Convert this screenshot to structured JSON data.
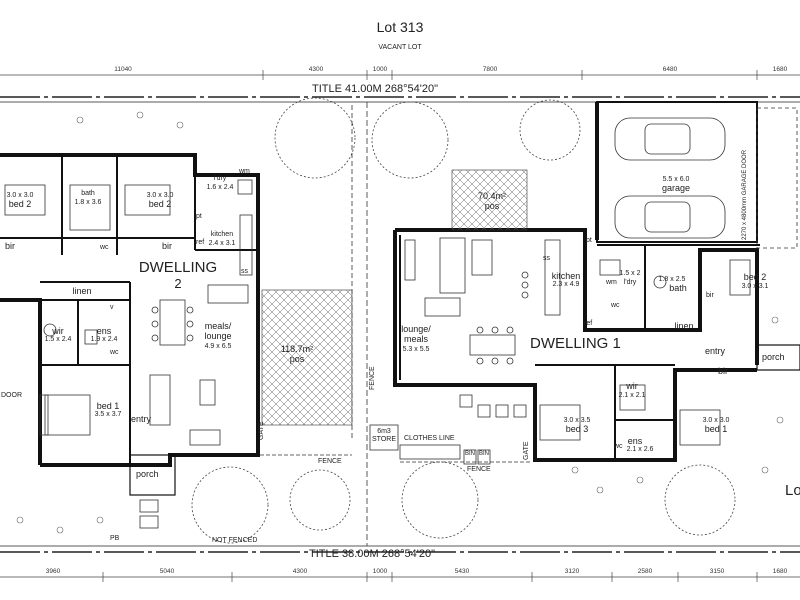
{
  "header": {
    "title": "Lot 313",
    "subtitle": "VACANT LOT"
  },
  "dims_top": [
    "11040",
    "4300",
    "1000",
    "7800",
    "6480",
    "1680"
  ],
  "dims_bottom": [
    "3960",
    "5040",
    "4300",
    "1000",
    "5430",
    "3120",
    "2580",
    "3150",
    "1680"
  ],
  "title_top": "TITLE  41.00M  268°54'20\"",
  "title_bottom": "TITLE  38.00M  268°54'20\"",
  "dwelling2": {
    "name": "DWELLING",
    "number": "2",
    "bed2": {
      "name": "bed 2",
      "size": "3.0 x 3.0"
    },
    "bed2b": {
      "name": "bed 2",
      "size": "3.0 x 3.0"
    },
    "bath": {
      "name": "bath",
      "size": "1.8 x 3.6"
    },
    "ldry": {
      "name": "l'dry",
      "size": "1.6 x 2.4"
    },
    "wm": "wm",
    "kitchen": {
      "name": "kitchen",
      "size": "2.4 x 3.1"
    },
    "pt": "pt",
    "ref": "ref",
    "ss": "ss",
    "bir_a": "bir",
    "bir_b": "bir",
    "linen": "linen",
    "wir": {
      "name": "wir",
      "size": "1.5 x 2.4"
    },
    "ens": {
      "name": "ens",
      "size": "1.9 x 2.4"
    },
    "wc": "wc",
    "wc2": "wc",
    "v": "v",
    "meals": {
      "name": "meals/\nlounge",
      "size": "4.9 x 6.5"
    },
    "bed1": {
      "name": "bed 1",
      "size": "3.5 x 3.7"
    },
    "entry": "entry",
    "porch": "porch",
    "door": "DOOR",
    "pb": "PB",
    "gate": "GATE"
  },
  "pos2": {
    "area": "118.7m²",
    "label": "pos"
  },
  "pos1": {
    "area": "70.4m²",
    "label": "pos"
  },
  "dwelling1": {
    "name": "DWELLING 1",
    "lounge": {
      "name": "lounge/\nmeals",
      "size": "5.3 x 5.5"
    },
    "kitchen": {
      "name": "kitchen",
      "size": "2.3 x 4.9"
    },
    "garage": {
      "name": "garage",
      "size": "5.5 x 6.0"
    },
    "garage_door": "2270 x 4800mm GARAGE DOOR",
    "ldry": {
      "name": "l'dry",
      "size": "1.5 x 2"
    },
    "bath": {
      "name": "bath",
      "size": "1.8 x 2.5"
    },
    "bed2": {
      "name": "bed 2",
      "size": "3.0 x 3.1"
    },
    "bir": "bir",
    "bir2": "bir",
    "linen": "linen",
    "wm": "wm",
    "pt": "pt",
    "ss": "ss",
    "ref": "ref",
    "entry": "entry",
    "porch": "porch",
    "wir": {
      "name": "wir",
      "size": "2.1 x 2.1"
    },
    "bed3": {
      "name": "bed 3",
      "size": "3.0 x 3.5"
    },
    "ens": {
      "name": "ens",
      "size": "2.1 x 2.6"
    },
    "bed1": {
      "name": "bed 1",
      "size": "3.0 x 3.0"
    },
    "wc": "wc",
    "wc2": "wc"
  },
  "site": {
    "fence_v": "FENCE",
    "fence_h": "FENCE",
    "fence_bin": "FENCE",
    "store": "6m3\nSTORE",
    "clothes_line": "CLOTHES LINE",
    "bin1": "BIN",
    "bin2": "BIN",
    "gate": "GATE",
    "not_fenced": "NOT FENCED",
    "lot_right": "Lo"
  }
}
